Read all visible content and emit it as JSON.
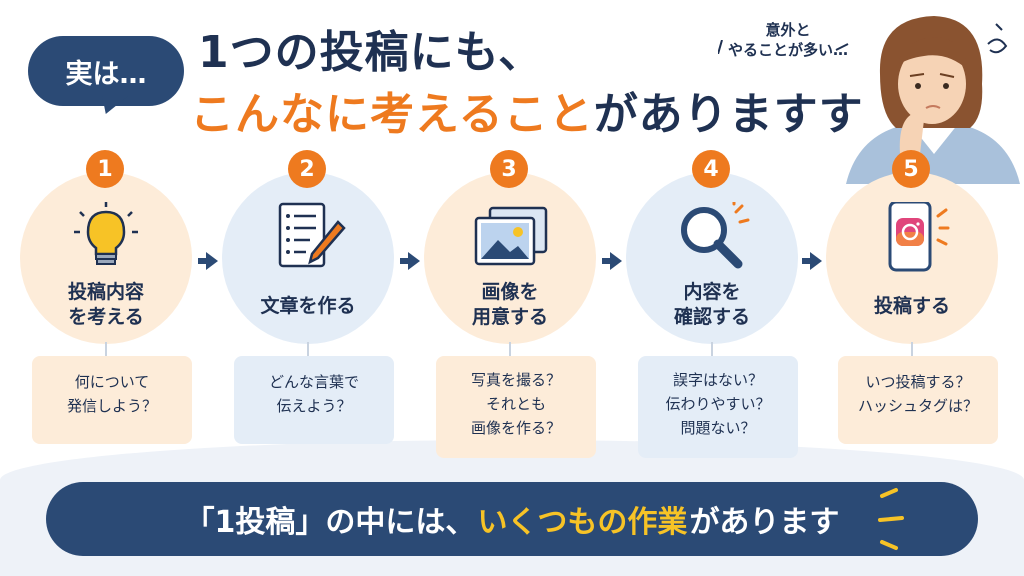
{
  "header": {
    "bubble": "実は…",
    "title_line1": "1つの投稿にも、",
    "title_line2_highlight": "こんなに考えること",
    "title_line2_rest": "がありますす",
    "note_lines": [
      "意外と",
      "やることが多い…"
    ]
  },
  "steps": [
    {
      "number": "1",
      "label_lines": [
        "投稿内容",
        "を考える"
      ],
      "card_lines": [
        "何について",
        "発信しよう？"
      ]
    },
    {
      "number": "2",
      "label_lines": [
        "文章を作る"
      ],
      "card_lines": [
        "どんな言葉で",
        "伝えよう？"
      ]
    },
    {
      "number": "3",
      "label_lines": [
        "画像を",
        "用意する"
      ],
      "card_lines": [
        "写真を撮る？",
        "それとも",
        "画像を作る？"
      ]
    },
    {
      "number": "4",
      "label_lines": [
        "内容を",
        "確認する"
      ],
      "card_lines": [
        "誤字はない？",
        "伝わりやすい？",
        "問題ない？"
      ]
    },
    {
      "number": "5",
      "label_lines": [
        "投稿する"
      ],
      "card_lines": [
        "いつ投稿する？",
        "ハッシュタグは？"
      ]
    }
  ],
  "icons": [
    "lightbulb-icon",
    "document-pencil-icon",
    "photo-icon",
    "magnifier-icon",
    "smartphone-instagram-icon"
  ],
  "banner": {
    "prefix": "「1投稿」の中には、",
    "highlight": "いくつもの作業",
    "suffix": "があります"
  },
  "colors": {
    "navy": "#2b4a75",
    "orange": "#ee7a1f",
    "yellow": "#f7c326",
    "peach": "#fdecd9",
    "light_blue": "#e4edf7"
  }
}
